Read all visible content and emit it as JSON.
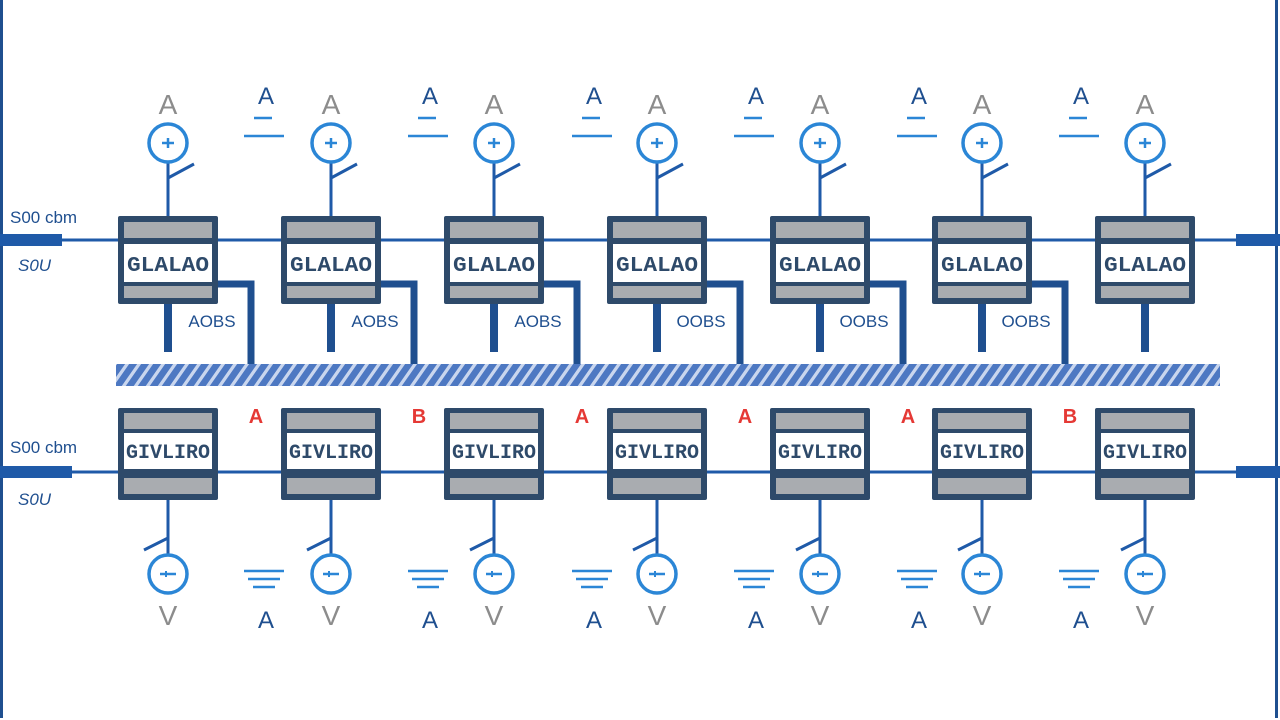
{
  "side_labels": {
    "top_resistance": "S00 cbm",
    "top_voltage": "S0U",
    "bottom_resistance": "S00 cbm",
    "bottom_voltage": "S0U"
  },
  "top_modules": {
    "display_text": "GLALAO",
    "output_labels": [
      "AOBS",
      "AOBS",
      "AOBS",
      "OOBS",
      "OOBS",
      "OOBS"
    ]
  },
  "bottom_modules": {
    "display_text": "GIVLIRO",
    "marker_labels": [
      "A",
      "B",
      "A",
      "A",
      "A",
      "B"
    ],
    "marker_color": "#e53935"
  },
  "top_row": {
    "meter_letters": [
      "A",
      "A",
      "A",
      "A",
      "A",
      "A",
      "A"
    ],
    "ground_letters": [
      "A",
      "A",
      "A",
      "A",
      "A",
      "A"
    ]
  },
  "bottom_row": {
    "meter_letters": [
      "V",
      "V",
      "V",
      "V",
      "V",
      "V",
      "V"
    ],
    "ground_letters": [
      "A",
      "A",
      "A",
      "A",
      "A",
      "A"
    ]
  },
  "colors": {
    "wire": "#1f5aa8",
    "module_dark": "#2e4a6a",
    "module_fill": "#a9acb0",
    "bus": "#4d78c2",
    "meter": "#2b86d6",
    "letter_gray": "#8c8c8c"
  },
  "icons": {
    "meter": "ammeter-icon",
    "ground": "ground-icon",
    "bus": "hatched-bus-bar"
  }
}
